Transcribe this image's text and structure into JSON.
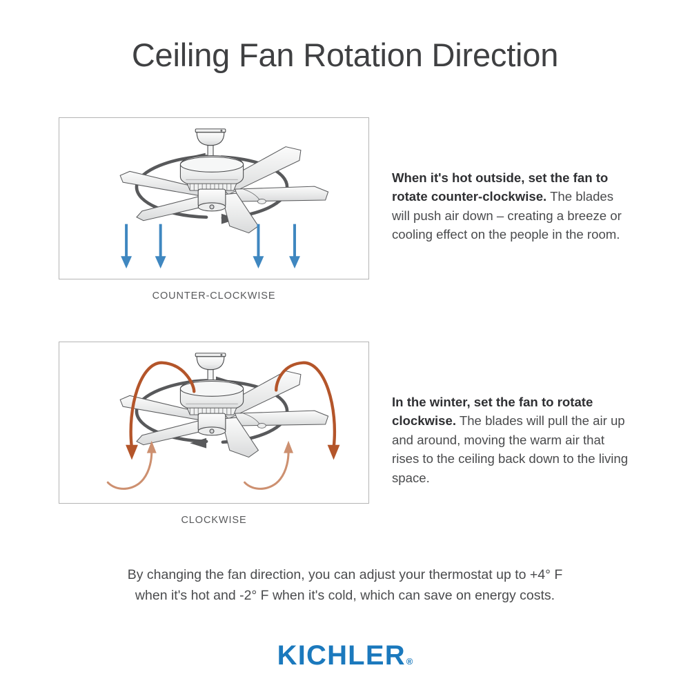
{
  "page": {
    "title": "Ceiling Fan Rotation Direction",
    "background_color": "#ffffff"
  },
  "colors": {
    "title_text": "#3f4042",
    "body_text": "#4a4b4d",
    "bold_text": "#2f3033",
    "caption_text": "#58595b",
    "panel_border": "#b4b4b4",
    "fan_outline": "#4a4b4d",
    "fan_blade_fill": "#e9eaea",
    "fan_body_fill": "#f2f3f3",
    "rotation_arrow": "#58595b",
    "down_arrow_blue": "#3f87c0",
    "winter_arrow_dark": "#b4552a",
    "winter_arrow_light": "#cd9070",
    "brand_blue": "#1b79bd"
  },
  "panels": [
    {
      "id": "counter-clockwise",
      "caption": "COUNTER-CLOCKWISE",
      "rotation": "counter-clockwise",
      "airflow": "down",
      "arrow_count": 4,
      "arrow_color": "#3f87c0"
    },
    {
      "id": "clockwise",
      "caption": "CLOCKWISE",
      "rotation": "clockwise",
      "airflow": "up-and-around",
      "arrow_count": 4,
      "arrow_color_down": "#b4552a",
      "arrow_color_up": "#cd9070"
    }
  ],
  "copy": {
    "summer": {
      "bold": "When it's hot outside, set the fan to rotate counter-clockwise.",
      "rest": " The blades will push air down – creating a breeze or cooling effect on the people in the room."
    },
    "winter": {
      "bold": "In the winter, set the fan to rotate clockwise.",
      "rest": " The blades will pull the air up and around, moving the warm air that rises to the ceiling back down to the living space."
    }
  },
  "footer": {
    "line1": "By changing the fan direction, you can adjust your thermostat up to +4° F",
    "line2": "when it's hot and -2° F when it's cold, which can save on energy costs."
  },
  "brand": {
    "name": "KICHLER",
    "registered_mark": "®"
  }
}
